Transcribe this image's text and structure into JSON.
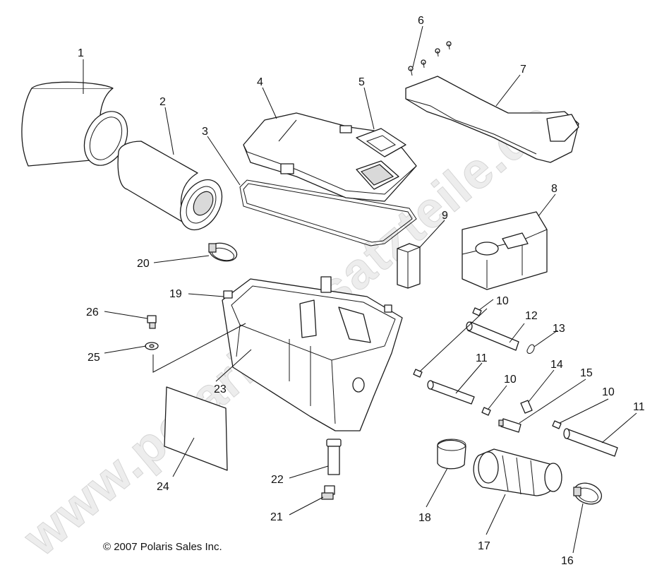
{
  "watermark": "www.polaris-ersatzteile.de",
  "copyright": "© 2007 Polaris Sales Inc.",
  "callouts": {
    "c1": "1",
    "c2": "2",
    "c3": "3",
    "c4": "4",
    "c5": "5",
    "c6": "6",
    "c7": "7",
    "c8": "8",
    "c9": "9",
    "c10a": "10",
    "c10b": "10",
    "c10c": "10",
    "c11a": "11",
    "c11b": "11",
    "c12": "12",
    "c13": "13",
    "c14": "14",
    "c15": "15",
    "c16": "16",
    "c17": "17",
    "c18": "18",
    "c19": "19",
    "c20": "20",
    "c21": "21",
    "c22": "22",
    "c23": "23",
    "c24": "24",
    "c25": "25",
    "c26": "26"
  }
}
